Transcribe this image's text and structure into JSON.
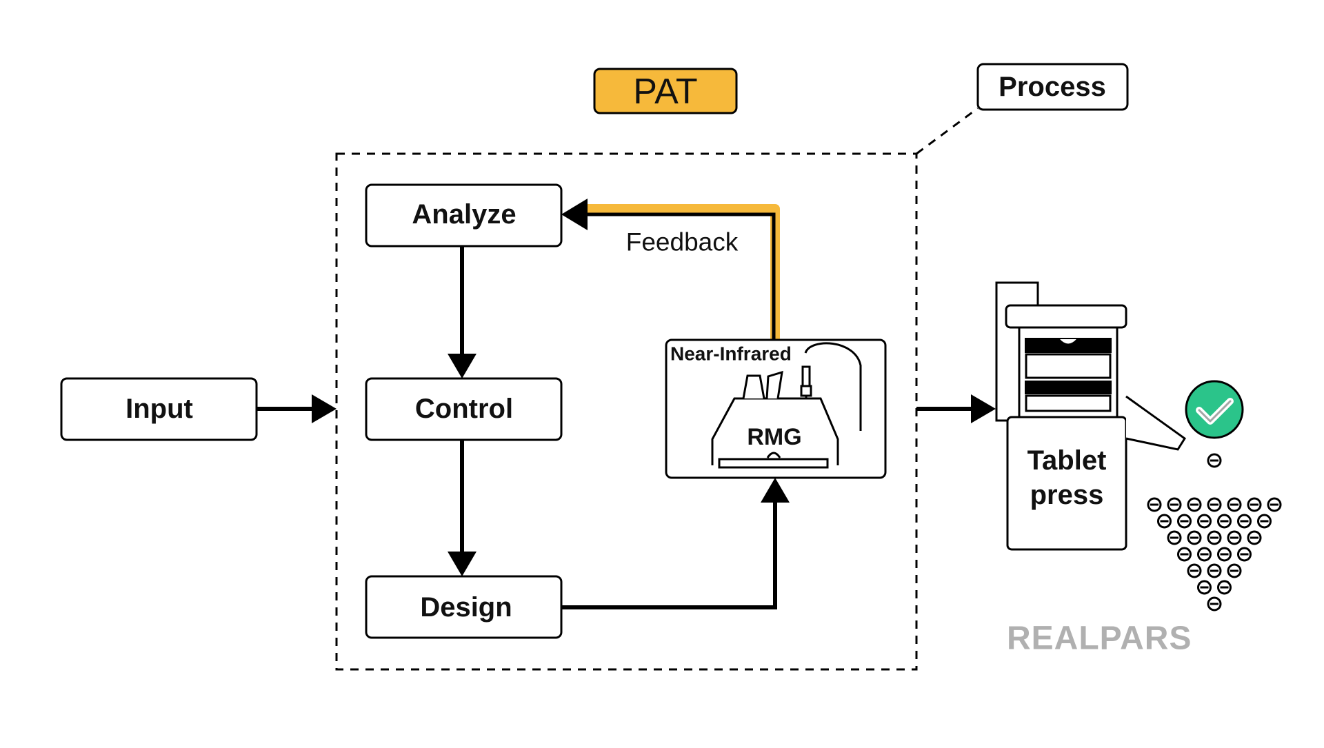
{
  "pat_title": "PAT",
  "process_label": "Process",
  "nodes": {
    "input": "Input",
    "analyze": "Analyze",
    "control": "Control",
    "design": "Design"
  },
  "feedback_label": "Feedback",
  "rmg": {
    "sensor_label": "Near-Infrared",
    "machine_label": "RMG"
  },
  "tablet_press_lines": [
    "Tablet",
    "press"
  ],
  "brand": "REALPARS",
  "colors": {
    "accent": "#F6B93B",
    "feedback_line": "#F6B93B",
    "check": "#2BC48A",
    "stroke": "#000000",
    "brand_gray": "#B0B0B0"
  },
  "icons": [
    "check-circle-icon",
    "tablet-icon"
  ]
}
